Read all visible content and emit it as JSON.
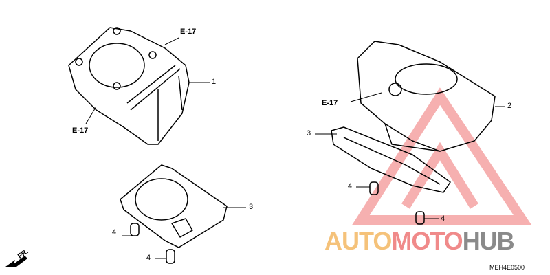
{
  "diagram": {
    "references": [
      "E-17",
      "E-17",
      "E-17"
    ],
    "callouts": {
      "cyl_left": "1",
      "cyl_right": "2",
      "gasket_left": "3",
      "gasket_right": "3",
      "pin_l1": "4",
      "pin_l2": "4",
      "pin_r1": "4",
      "pin_r2": "4"
    },
    "front_label": "FR.",
    "diagram_code": "MEH4E0500"
  },
  "watermark": {
    "part1": "AUTO",
    "part2": "MOTO",
    "part3": "HUB",
    "colors": {
      "auto": "#f5c27a",
      "moto": "#f08a8a",
      "hub": "#8a8a8a",
      "triangle": "#f07070"
    }
  }
}
